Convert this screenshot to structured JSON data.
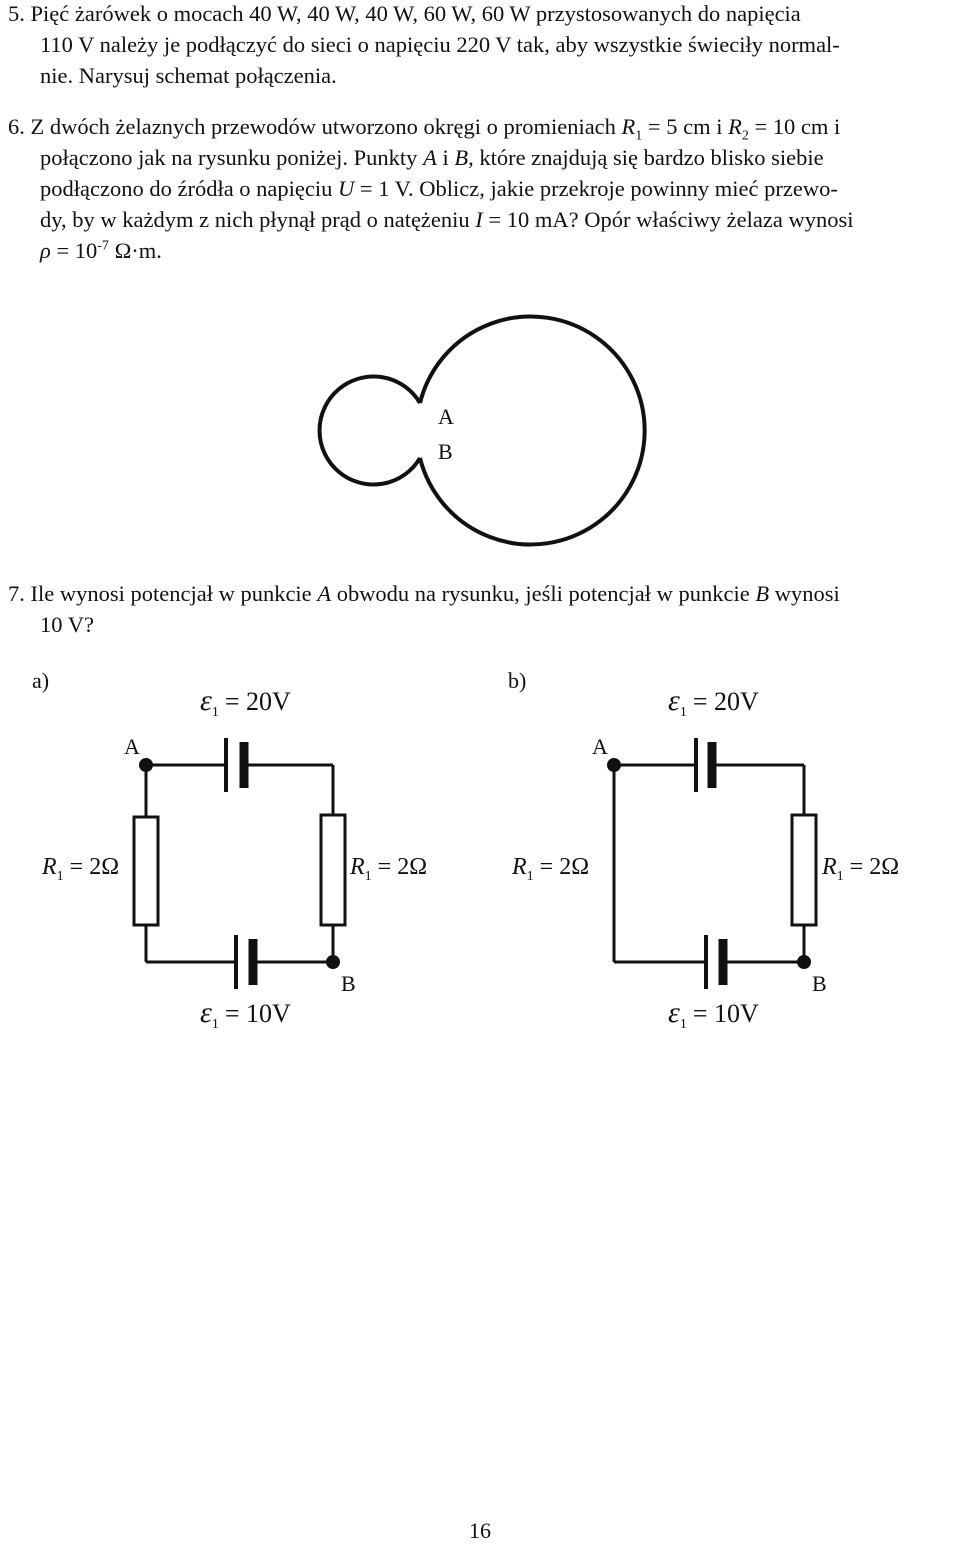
{
  "problem5": {
    "number": "5.",
    "line1": "Pięć żarówek o mocach 40 W, 40 W, 40 W, 60 W, 60 W przystosowanych do napięcia",
    "line2": "110 V należy je podłączyć do sieci o napięciu 220 V tak, aby wszystkie świeciły normal-",
    "line3": "nie. Narysuj schemat połączenia."
  },
  "problem6": {
    "number": "6.",
    "l1a": "Z dwóch żelaznych przewodów utworzono okręgi o promieniach ",
    "r1_sym": "R",
    "r1_sub": "1",
    "l1b": " = 5 cm i ",
    "r2_sym": "R",
    "r2_sub": "2",
    "l1c": " = 10 cm i",
    "l2a": "połączono jak na rysunku poniżej. Punkty ",
    "pA": "A",
    "l2b": " i ",
    "pB": "B",
    "l2c": ", które znajdują się bardzo blisko siebie",
    "l3a": "podłączono do źródła o napięciu ",
    "U": "U",
    "l3b": " = 1 V. Oblicz, jakie przekroje powinny mieć przewo-",
    "l4a": "dy, by w każdym z nich płynął prąd o natężeniu ",
    "I": "I",
    "l4b": " = 10 mA? Opór właściwy żelaza wynosi",
    "rho": "ρ",
    "l5a": " = 10",
    "exp": "-7",
    "l5b": " Ω·m.",
    "figure": {
      "label_A": "A",
      "label_B": "B"
    }
  },
  "problem7": {
    "number": "7.",
    "l1": "Ile wynosi potencjał w punkcie ",
    "A": "A",
    "l2": " obwodu na rysunku, jeśli potencjał w punkcie ",
    "B": "B",
    "l3": " wynosi",
    "l4": "10 V?",
    "circuits": [
      {
        "label": "a)",
        "emf_top": "= 20V",
        "emf_bottom": "= 10V",
        "resistor_left": "= 2Ω",
        "resistor_right": "= 2Ω",
        "point_A": "A",
        "point_B": "B",
        "emf_symbol": "ε",
        "resistor_symbol": "R",
        "subscript": "1"
      },
      {
        "label": "b)",
        "emf_top": "= 20V",
        "emf_bottom": "= 10V",
        "resistor_left": "= 2Ω",
        "resistor_right": "= 2Ω",
        "point_A": "A",
        "point_B": "B",
        "emf_symbol": "ε",
        "resistor_symbol": "R",
        "subscript": "1"
      }
    ]
  },
  "page_number": "16"
}
